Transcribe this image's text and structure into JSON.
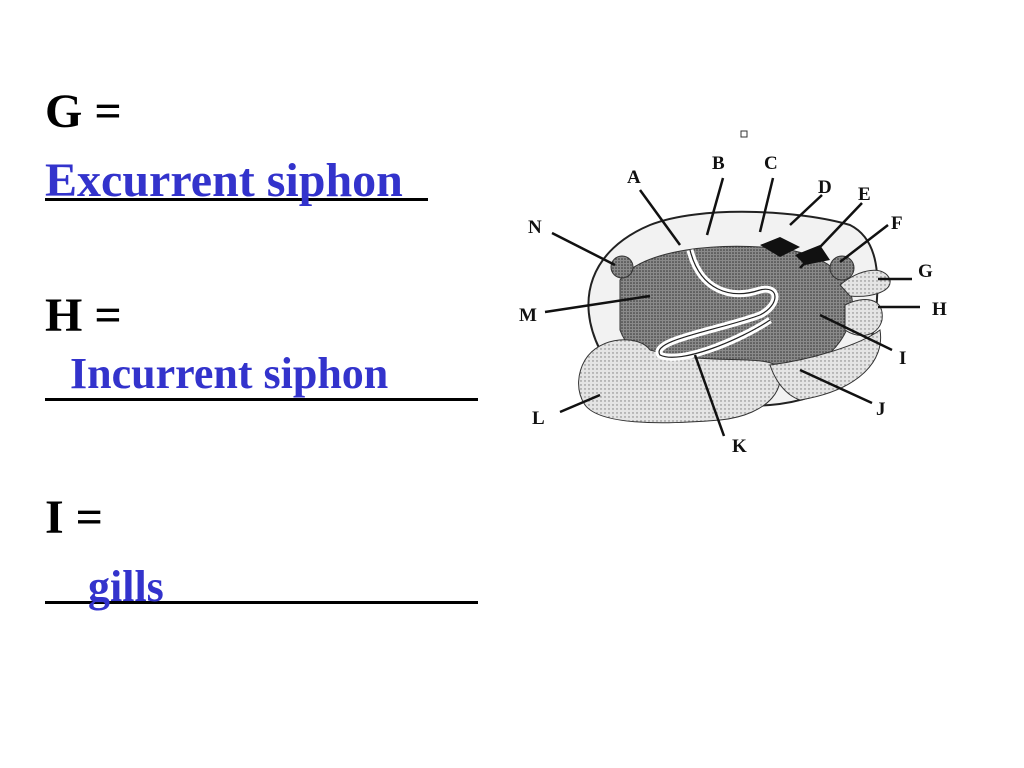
{
  "questions": [
    {
      "label": "G =",
      "answer": "Excurrent siphon"
    },
    {
      "label": "H =",
      "answer": "Incurrent siphon"
    },
    {
      "label": "I =",
      "answer": "gills"
    }
  ],
  "diagram": {
    "labels": [
      "A",
      "B",
      "C",
      "D",
      "E",
      "F",
      "G",
      "H",
      "I",
      "J",
      "K",
      "L",
      "M",
      "N"
    ]
  },
  "colors": {
    "answer": "#3333cc",
    "text": "#000000"
  }
}
